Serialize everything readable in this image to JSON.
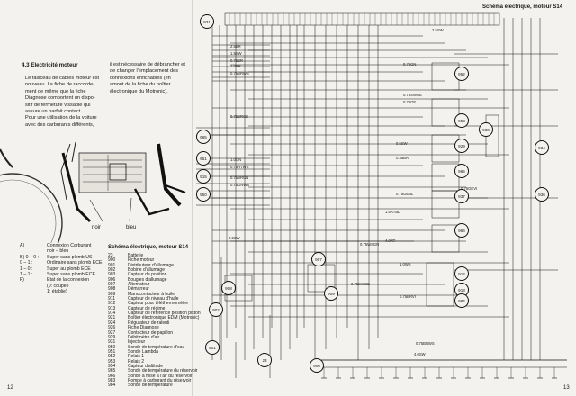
{
  "header_right": "Schéma électrique, moteur S14",
  "section_title": "4.3  Electricité moteur",
  "para_left": [
    "Le faisceau de câbles moteur est",
    "nouveau. La fiche de raccorde-",
    "ment de même que la fiche",
    "Diagnose comportent un dispo-",
    "sitif de fermeture vissable qui",
    "assure un parfait contact.",
    "Pour une utilisation de la voiture",
    "avec des carburants différents,"
  ],
  "para_right": [
    "il est nécessaire de débrancher et",
    "de changer l'emplacement des",
    "connexions enfichables (en",
    "amont de la fiche du boîtier",
    "électronique du Motronic)."
  ],
  "photo_labels": {
    "left": "noir",
    "right": "bleu"
  },
  "legend": [
    {
      "k": "A)",
      "v": "Connexion  Carburant"
    },
    {
      "k": "",
      "v": "noir – bleu"
    },
    {
      "k": "B) 0 – 0 :",
      "v": "Super sans plomb US"
    },
    {
      "k": "0 – 1 :",
      "v": "Ordinaire sans plomb ECE"
    },
    {
      "k": "1 – 0 :",
      "v": "Super au plomb ECE"
    },
    {
      "k": "1 – 1 :",
      "v": "Super sans plomb ECE"
    },
    {
      "k": "F)",
      "v": "Etat de la connexion"
    },
    {
      "k": "",
      "v": "(0: coupée"
    },
    {
      "k": "",
      "v": "1: établie)"
    }
  ],
  "parts_title": "Schéma électrique, moteur S14",
  "parts": [
    {
      "n": "23",
      "d": "Batterie"
    },
    {
      "n": "900",
      "d": "Fiche moteur"
    },
    {
      "n": "901",
      "d": "Distributeur d'allumage"
    },
    {
      "n": "902",
      "d": "Bobine d'allumage"
    },
    {
      "n": "903",
      "d": "Capteur de position"
    },
    {
      "n": "906",
      "d": "Bougies d'allumage"
    },
    {
      "n": "907",
      "d": "Alternateur"
    },
    {
      "n": "908",
      "d": "Démarreur"
    },
    {
      "n": "909",
      "d": "Manocontacteur à huile"
    },
    {
      "n": "911",
      "d": "Capteur de niveau d'huile"
    },
    {
      "n": "912",
      "d": "Capteur pour téléthermomètre"
    },
    {
      "n": "913",
      "d": "Capteur de régime"
    },
    {
      "n": "914",
      "d": "Capteur de référence position piston"
    },
    {
      "n": "921",
      "d": "Boîtier électronique EDM (Motronic)"
    },
    {
      "n": "924",
      "d": "Régulateur de ralenti"
    },
    {
      "n": "926",
      "d": "Fiche Diagnose"
    },
    {
      "n": "927",
      "d": "Contacteur de papillon"
    },
    {
      "n": "929",
      "d": "Débitmètre d'air"
    },
    {
      "n": "931",
      "d": "Injecteur"
    },
    {
      "n": "950",
      "d": "Sonde de température d'eau"
    },
    {
      "n": "951",
      "d": "Sonde Lambda"
    },
    {
      "n": "952",
      "d": "Relais 1"
    },
    {
      "n": "953",
      "d": "Relais 2"
    },
    {
      "n": "954",
      "d": "Capteur d'altitude"
    },
    {
      "n": "965",
      "d": "Sonde de température du réservoir"
    },
    {
      "n": "966",
      "d": "Sonde à mise à l'air du réservoir"
    },
    {
      "n": "983",
      "d": "Pompe à carburant du réservoir"
    },
    {
      "n": "984",
      "d": "Sonde de température"
    }
  ],
  "page_left": "12",
  "page_right": "13",
  "diagram": {
    "nodes": [
      "931",
      "952",
      "953",
      "929",
      "965",
      "937",
      "966",
      "912",
      "913",
      "984",
      "936",
      "934",
      "930",
      "965",
      "951",
      "915",
      "950",
      "907",
      "909",
      "908",
      "902",
      "901",
      "23",
      "906"
    ],
    "wire_labels": [
      "2.5SW",
      "2.5BR",
      "1.5SW",
      "0.75BR",
      "1.0BR",
      "0.75BRWS",
      "0.75GN",
      "0.75SWGE",
      "0.75GE",
      "0.5SW",
      "0.75BRGE",
      "1.0GN",
      "0.75RTWS",
      "0.35BR",
      "0.75BRGN",
      "0.75GNWS",
      "0.75GEBL",
      "0.75GEVI",
      "1.5RTBL",
      "2.5SW",
      "0.75WSGN",
      "0.75SWGE",
      "0.75BRVI",
      "1.0WS",
      "4.0RT",
      "0.75BRWS",
      "4.0SW"
    ]
  }
}
